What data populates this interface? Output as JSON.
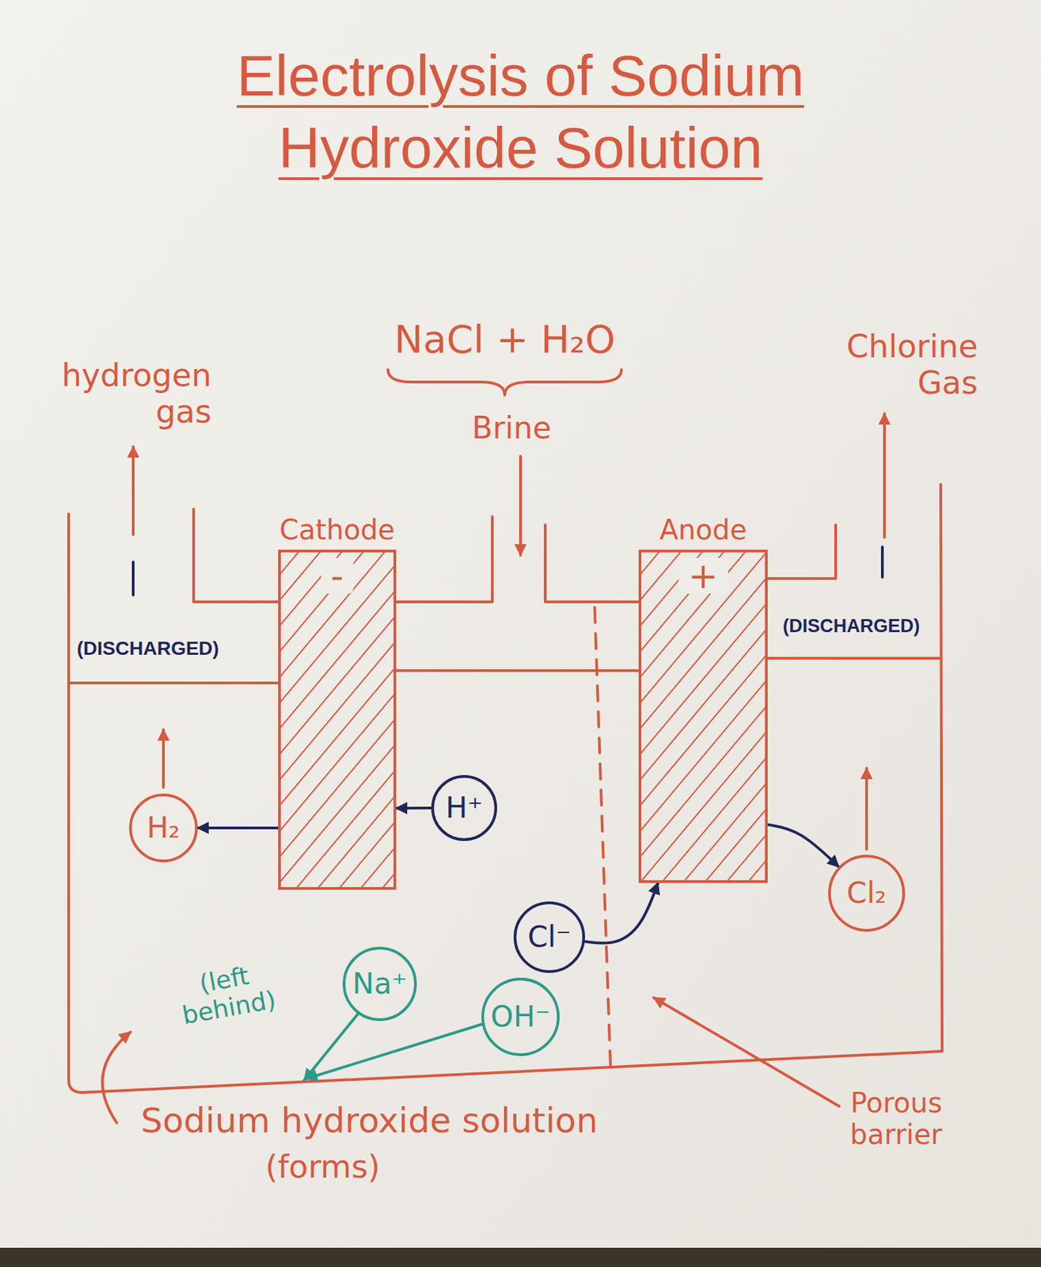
{
  "diagram": {
    "title": "Electrolysis of Sodium Hydroxide Solution",
    "nodes": [
      {
        "text": [
          "Cathode",
          "-"
        ]
      },
      {
        "text": [
          "Anode",
          "+"
        ]
      },
      {
        "text": [
          "H₂"
        ]
      },
      {
        "text": [
          "H⁺"
        ]
      },
      {
        "text": [
          "Cl₂"
        ]
      },
      {
        "text": [
          "Cl⁻"
        ]
      },
      {
        "text": [
          "Na⁺"
        ]
      },
      {
        "text": [
          "OH⁻"
        ]
      }
    ],
    "edges": [
      {
        "from": 3,
        "to": 0,
        "arrow": "to"
      },
      {
        "from": 0,
        "to": 2,
        "arrow": "to"
      },
      {
        "from": 5,
        "to": 1,
        "arrow": "to"
      },
      {
        "from": 1,
        "to": 4,
        "arrow": "to"
      }
    ],
    "labels": [
      "NaCl + H₂O",
      "hydrogen gas",
      "Chlorine Gas",
      "Brine",
      "(DISCHARGED)",
      "(DISCHARGED)",
      "(left behind)",
      "Sodium hydroxide solution",
      "(forms)",
      "Porous barrier"
    ]
  }
}
